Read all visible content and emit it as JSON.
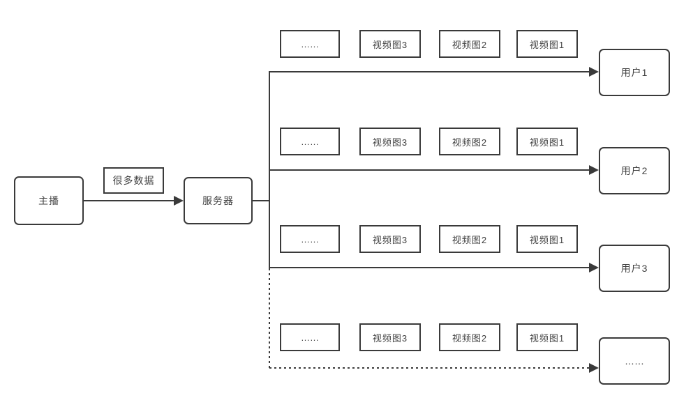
{
  "canvas": {
    "background": "#ffffff",
    "line_color": "#3a3a3a",
    "text_color": "#404040"
  },
  "source": {
    "label": "主播"
  },
  "data_label": {
    "label": "很多数据"
  },
  "server": {
    "label": "服务器"
  },
  "rows": [
    {
      "frames": [
        "……",
        "视频图3",
        "视频图2",
        "视频图1"
      ],
      "user": "用户1",
      "link_style": "solid"
    },
    {
      "frames": [
        "……",
        "视频图3",
        "视频图2",
        "视频图1"
      ],
      "user": "用户2",
      "link_style": "solid"
    },
    {
      "frames": [
        "……",
        "视频图3",
        "视频图2",
        "视频图1"
      ],
      "user": "用户3",
      "link_style": "solid"
    },
    {
      "frames": [
        "……",
        "视频图3",
        "视频图2",
        "视频图1"
      ],
      "user": "……",
      "link_style": "dotted"
    }
  ]
}
